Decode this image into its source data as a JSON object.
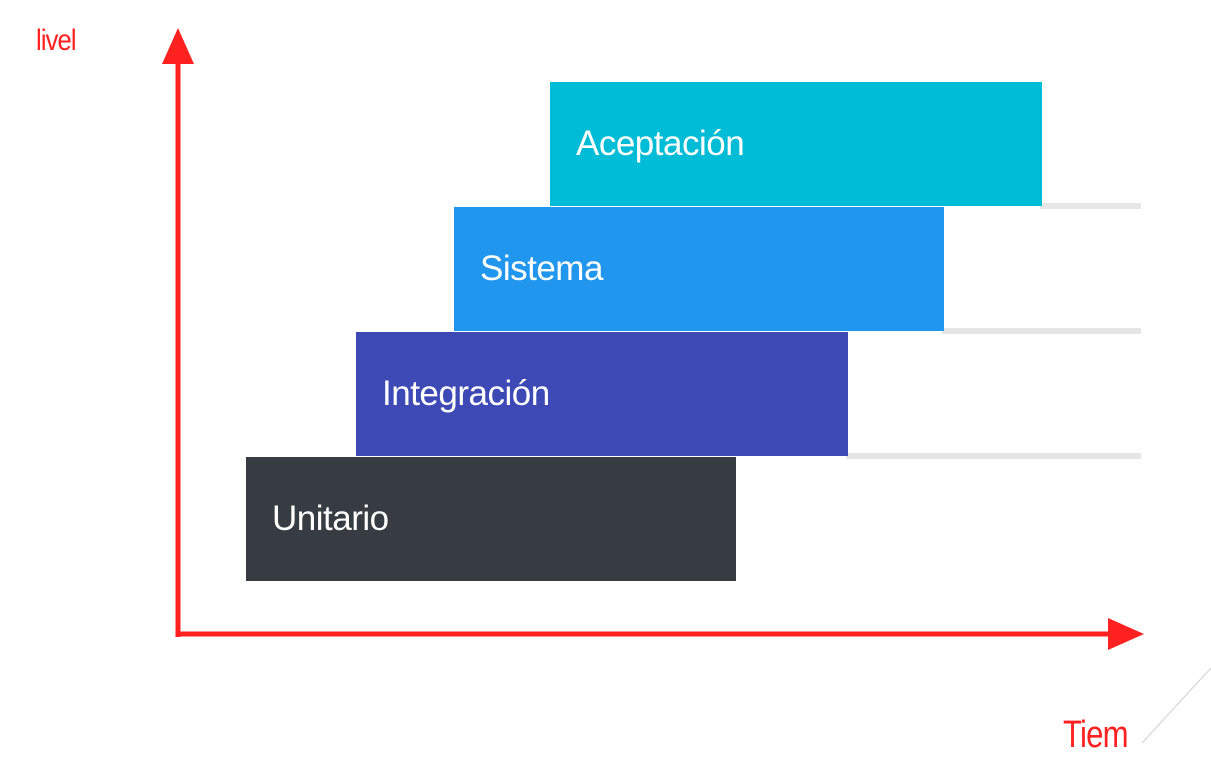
{
  "diagram": {
    "y_axis_label": "livel",
    "x_axis_label": "Tiem",
    "axis_color": "#ff2020",
    "guide_color": "#e6e6e6",
    "levels": [
      {
        "label": "Unitario",
        "color": "#373c42"
      },
      {
        "label": "Integración",
        "color": "#3d4ab5"
      },
      {
        "label": "Sistema",
        "color": "#2196ef"
      },
      {
        "label": "Aceptación",
        "color": "#00bcd6"
      }
    ]
  }
}
